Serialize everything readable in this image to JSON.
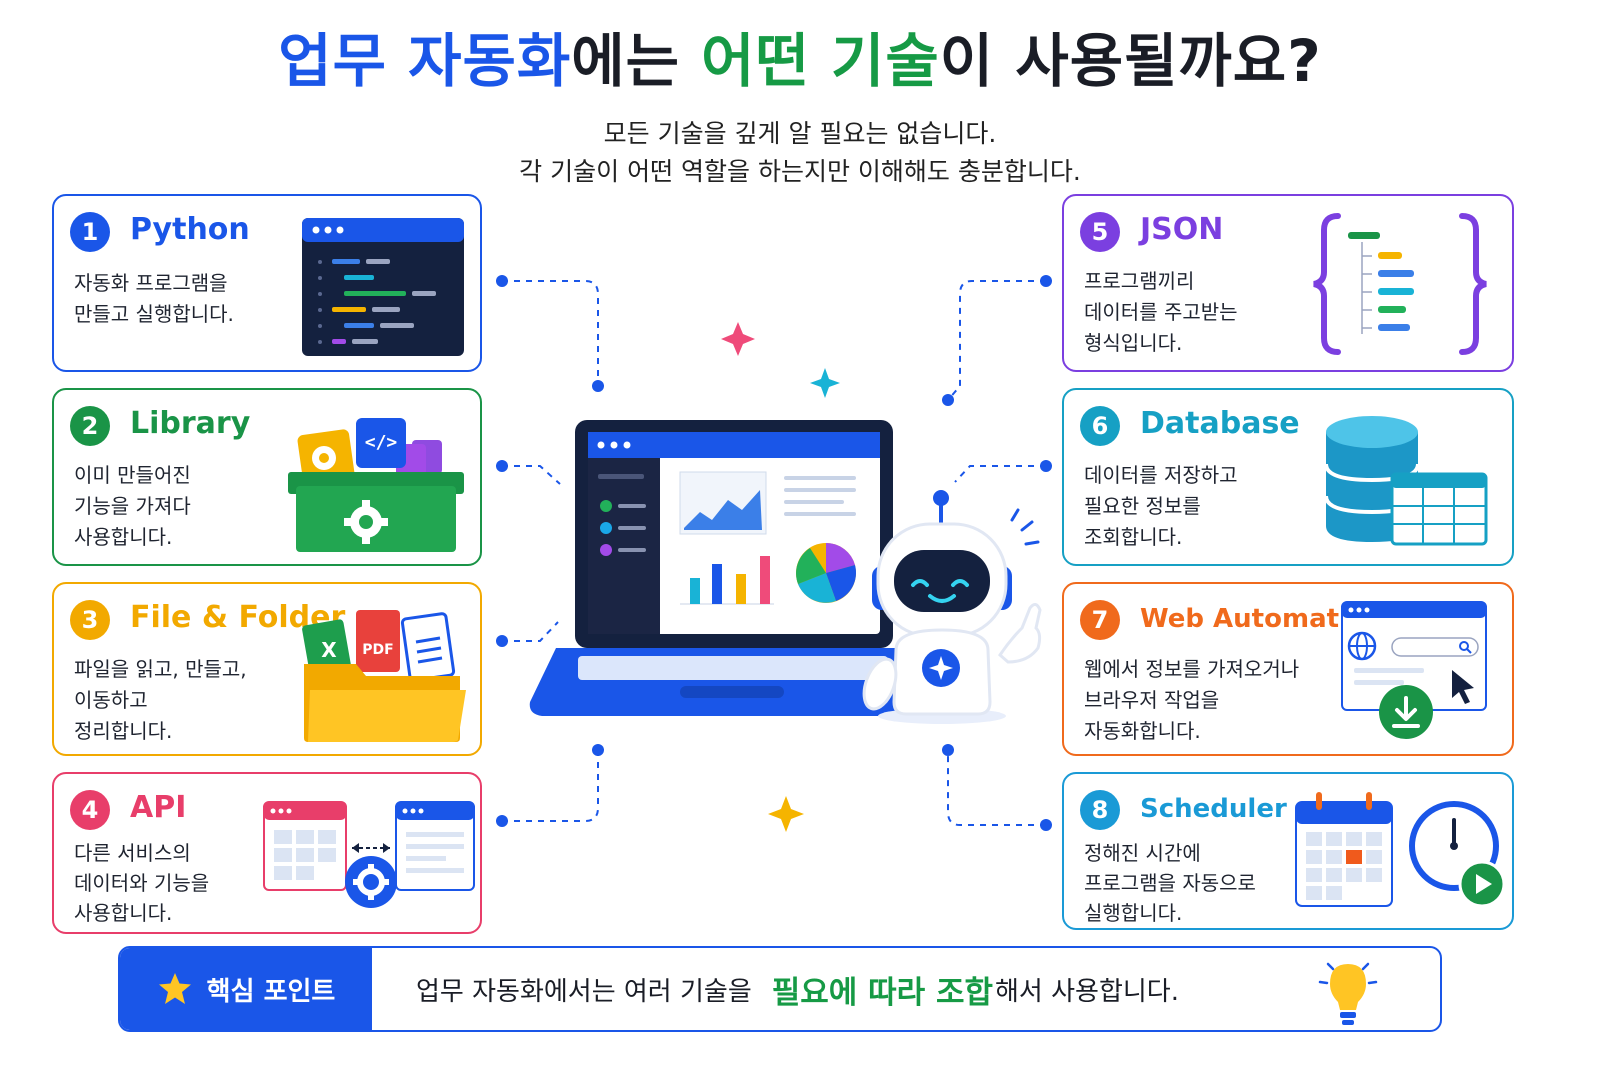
{
  "title": {
    "p1": "업무 자동화",
    "p2": "에는 ",
    "p3": "어떤 기술",
    "p4": "이 사용될까요?"
  },
  "subtitle": {
    "line1": "모든 기술을 깊게 알 필요는 없습니다.",
    "line2": "각 기술이 어떤 역할을 하는지만 이해해도 충분합니다."
  },
  "cards": [
    {
      "num": "1",
      "title": "Python",
      "desc": [
        "자동화 프로그램을",
        "만들고 실행합니다."
      ],
      "color": "#1a56e8",
      "icon": "code-editor-icon"
    },
    {
      "num": "2",
      "title": "Library",
      "desc": [
        "이미 만들어진",
        "기능을 가져다",
        "사용합니다."
      ],
      "color": "#1a9447",
      "icon": "toolbox-icon"
    },
    {
      "num": "3",
      "title": "File & Folder",
      "desc": [
        "파일을 읽고, 만들고,",
        "이동하고",
        "정리합니다."
      ],
      "color": "#f2a900",
      "icon": "folder-icon"
    },
    {
      "num": "4",
      "title": "API",
      "desc": [
        "다른 서비스의",
        "데이터와 기능을",
        "사용합니다."
      ],
      "color": "#e83e6a",
      "icon": "api-exchange-icon"
    },
    {
      "num": "5",
      "title": "JSON",
      "desc": [
        "프로그램끼리",
        "데이터를 주고받는",
        "형식입니다."
      ],
      "color": "#7b3fe0",
      "icon": "json-braces-icon"
    },
    {
      "num": "6",
      "title": "Database",
      "desc": [
        "데이터를 저장하고",
        "필요한 정보를",
        "조회합니다."
      ],
      "color": "#16a0c4",
      "icon": "database-icon"
    },
    {
      "num": "7",
      "title": "Web Automation",
      "desc": [
        "웹에서 정보를 가져오거나",
        "브라우저 작업을",
        "자동화합니다."
      ],
      "color": "#f06a1c",
      "icon": "browser-download-icon"
    },
    {
      "num": "8",
      "title": "Scheduler",
      "desc": [
        "정해진 시간에",
        "프로그램을 자동으로",
        "실행합니다."
      ],
      "color": "#1a9ad6",
      "icon": "calendar-clock-icon"
    }
  ],
  "pdf_label": "PDF",
  "excel_label": "X",
  "code_label": "</>",
  "key_point": {
    "label": "핵심 포인트",
    "before": "업무 자동화에서는 여러 기술을 ",
    "em": "필요에 따라 조합",
    "after": "해서 사용합니다."
  }
}
